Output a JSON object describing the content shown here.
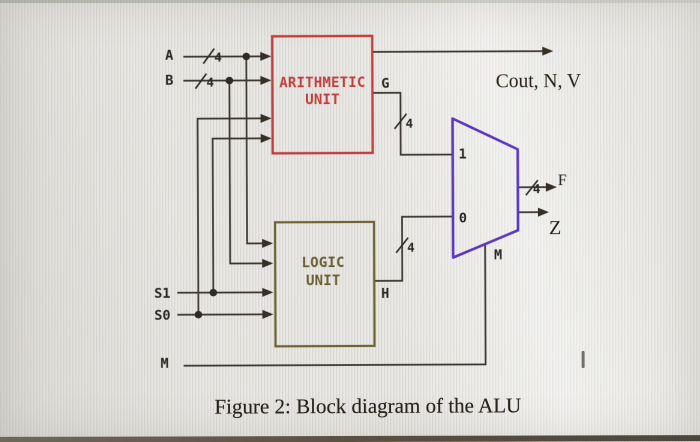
{
  "caption": "Figure 2: Block diagram of the ALU",
  "diagram": {
    "inputs": {
      "a": "A",
      "b": "B",
      "s1": "S1",
      "s0": "S0",
      "m": "M"
    },
    "arithmetic_unit": {
      "name_line1": "ARITHMETIC",
      "name_line2": "UNIT",
      "output_label": "G"
    },
    "logic_unit": {
      "name_line1": "LOGIC",
      "name_line2": "UNIT",
      "output_label": "H"
    },
    "mux": {
      "input_1": "1",
      "input_0": "0",
      "select_label": "M"
    },
    "outputs": {
      "status": "Cout, N, V",
      "result": "F",
      "zero": "Z"
    },
    "bus_width": "4",
    "colors": {
      "arithmetic_box": "#c23f3d",
      "logic_box": "#6f6233",
      "mux_outline": "#5b38c4",
      "wire": "#3a352e",
      "label_text": "#2b2724"
    }
  }
}
